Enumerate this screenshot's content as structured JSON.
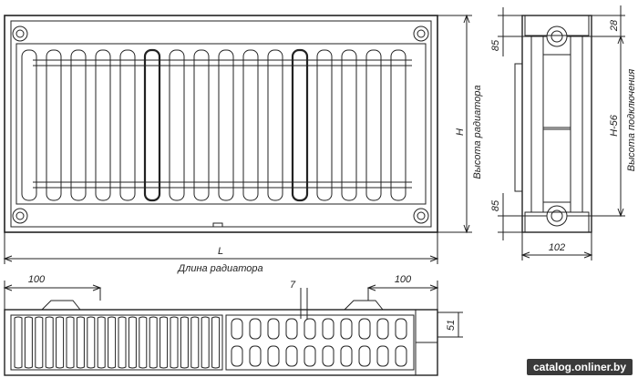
{
  "dimensions": {
    "length_symbol": "L",
    "length_caption": "Длина радиатора",
    "height_symbol": "H",
    "height_caption": "Высота радиатора",
    "connection_height": "H-56",
    "connection_caption": "Высота подключения",
    "top_offset": "28",
    "pipe_offset_top": "85",
    "pipe_offset_bottom": "85",
    "depth": "102",
    "left_margin": "100",
    "right_margin": "100",
    "gap": "7",
    "plan_depth": "51"
  },
  "watermark": "catalog.onliner.by"
}
